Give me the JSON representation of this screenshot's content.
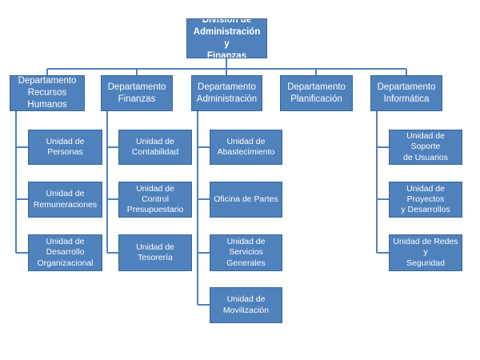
{
  "org_chart": {
    "root": {
      "label": "División de\nAdministración y\nFinanzas"
    },
    "departments": [
      {
        "label": "Departamento\nRecursos Humanos",
        "units": [
          {
            "label": "Unidad de Personas"
          },
          {
            "label": "Unidad de\nRemuneraciones"
          },
          {
            "label": "Unidad de\nDesarrollo\nOrganizacional"
          }
        ]
      },
      {
        "label": "Departamento\nFinanzas",
        "units": [
          {
            "label": "Unidad de\nContabilidad"
          },
          {
            "label": "Unidad de Control\nPresupuestario"
          },
          {
            "label": "Unidad de Tesorería"
          }
        ]
      },
      {
        "label": "Departamento\nAdministración",
        "units": [
          {
            "label": "Unidad de\nAbastecimiento"
          },
          {
            "label": "Oficina de Partes"
          },
          {
            "label": "Unidad de Servicios\nGenerales"
          },
          {
            "label": "Unidad de\nMovilización"
          }
        ]
      },
      {
        "label": "Departamento\nPlanificación",
        "units": []
      },
      {
        "label": "Departamento\nInformática",
        "units": [
          {
            "label": "Unidad de Soporte\nde Usuarios"
          },
          {
            "label": "Unidad de Proyectos\ny Desarrollos"
          },
          {
            "label": "Unidad de Redes y\nSeguridad"
          }
        ]
      }
    ]
  },
  "colors": {
    "box_fill": "#4f81bd",
    "box_border": "#3a6797",
    "connector": "#4f81bd",
    "text": "#ffffff"
  }
}
